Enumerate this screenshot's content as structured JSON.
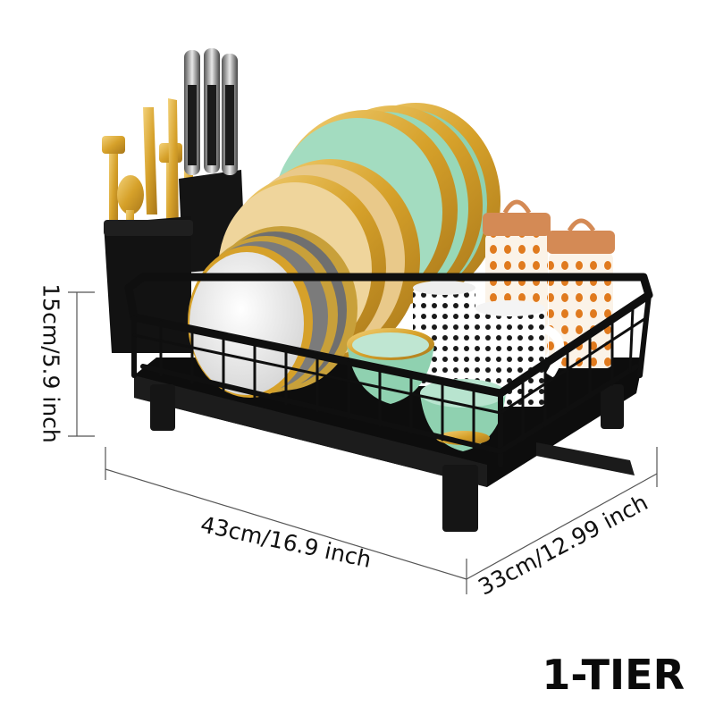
{
  "labels": {
    "height": "15cm/5.9 inch",
    "width": "43cm/16.9 inch",
    "depth": "33cm/12.99 inch",
    "tier": "1-TIER"
  },
  "colors": {
    "rack": "#121212",
    "gold": "#d9a62e",
    "mint": "#8fd1b0",
    "plate_gray": "#6f6f6f",
    "canister_orange": "#e07a1e",
    "lid_copper": "#d48a55"
  }
}
